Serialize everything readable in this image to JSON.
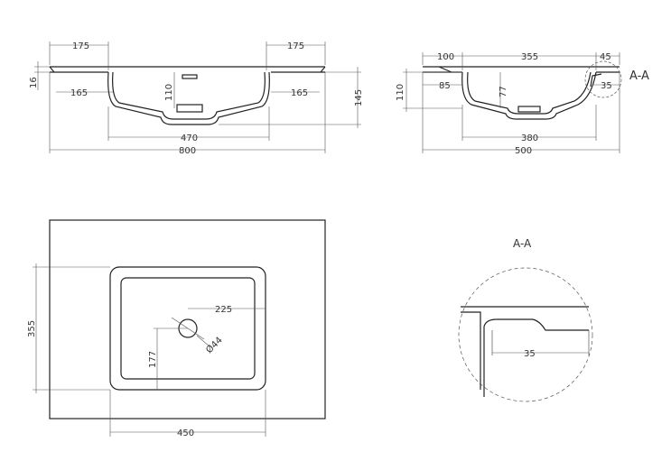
{
  "front_view": {
    "dims": {
      "top_left_flange": "175",
      "top_right_flange": "175",
      "thickness": "16",
      "inner_left": "165",
      "inner_right": "165",
      "bowl_depth": "110",
      "total_height": "145",
      "bowl_width": "470",
      "overall_width": "800"
    }
  },
  "side_view": {
    "dims": {
      "left_flange": "100",
      "bowl_length": "355",
      "right_flange": "45",
      "inner_offset": "85",
      "inner_depth": "77",
      "bowl_depth": "110",
      "edge": "35",
      "bottom_length": "380",
      "overall_depth": "500"
    },
    "section_label": "A-A"
  },
  "plan_view": {
    "dims": {
      "drain_offset_x": "225",
      "drain_diameter": "Ø44",
      "drain_offset_y": "177",
      "bowl_depth": "355",
      "bowl_width": "450"
    }
  },
  "detail_view": {
    "title": "A-A",
    "dims": {
      "edge": "35"
    }
  }
}
